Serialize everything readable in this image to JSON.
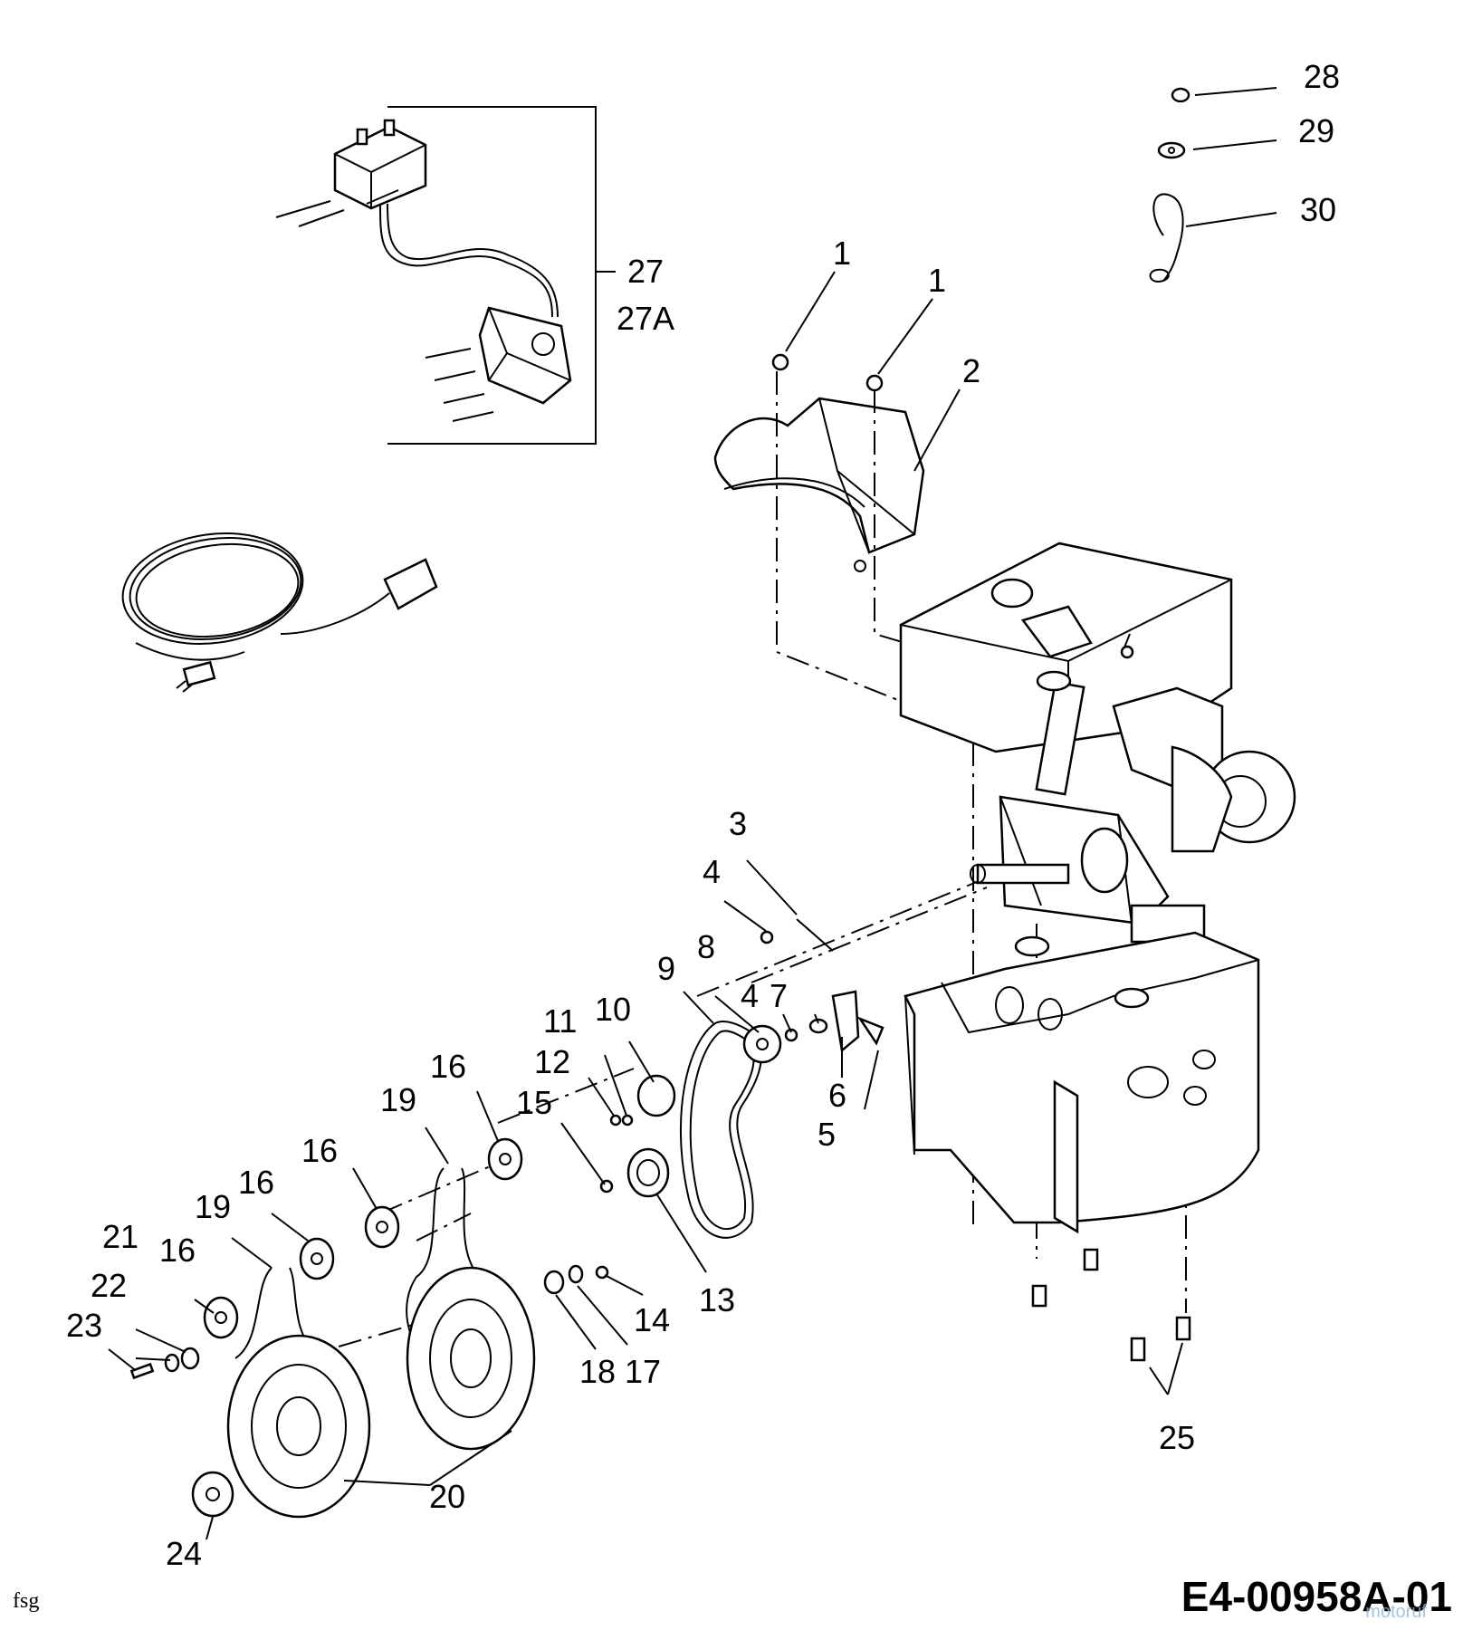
{
  "diagram": {
    "callouts": [
      {
        "id": "c1a",
        "label": "1"
      },
      {
        "id": "c1b",
        "label": "1"
      },
      {
        "id": "c2",
        "label": "2"
      },
      {
        "id": "c3",
        "label": "3"
      },
      {
        "id": "c4a",
        "label": "4"
      },
      {
        "id": "c4b",
        "label": "4"
      },
      {
        "id": "c5",
        "label": "5"
      },
      {
        "id": "c6",
        "label": "6"
      },
      {
        "id": "c7",
        "label": "7"
      },
      {
        "id": "c8",
        "label": "8"
      },
      {
        "id": "c9",
        "label": "9"
      },
      {
        "id": "c10",
        "label": "10"
      },
      {
        "id": "c11",
        "label": "11"
      },
      {
        "id": "c12",
        "label": "12"
      },
      {
        "id": "c13",
        "label": "13"
      },
      {
        "id": "c14",
        "label": "14"
      },
      {
        "id": "c15",
        "label": "15"
      },
      {
        "id": "c16a",
        "label": "16"
      },
      {
        "id": "c16b",
        "label": "16"
      },
      {
        "id": "c16c",
        "label": "16"
      },
      {
        "id": "c16d",
        "label": "16"
      },
      {
        "id": "c17",
        "label": "17"
      },
      {
        "id": "c18",
        "label": "18"
      },
      {
        "id": "c19a",
        "label": "19"
      },
      {
        "id": "c19b",
        "label": "19"
      },
      {
        "id": "c20",
        "label": "20"
      },
      {
        "id": "c21",
        "label": "21"
      },
      {
        "id": "c22",
        "label": "22"
      },
      {
        "id": "c23",
        "label": "23"
      },
      {
        "id": "c24",
        "label": "24"
      },
      {
        "id": "c25",
        "label": "25"
      },
      {
        "id": "c27",
        "label": "27"
      },
      {
        "id": "c27a",
        "label": "27A"
      },
      {
        "id": "c28",
        "label": "28"
      },
      {
        "id": "c29",
        "label": "29"
      },
      {
        "id": "c30",
        "label": "30"
      }
    ],
    "footer": {
      "code": "E4-00958A-01",
      "left_mark": "fsg",
      "watermark": "motoruf"
    }
  }
}
